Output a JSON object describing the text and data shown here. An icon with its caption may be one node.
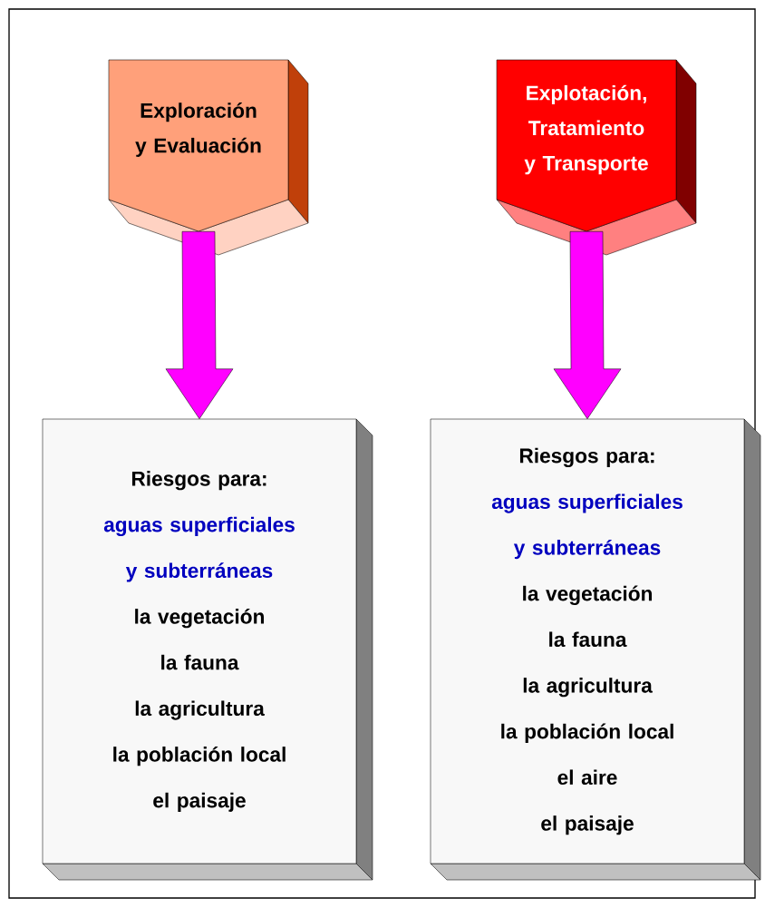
{
  "diagram": {
    "nodes": [
      {
        "text": [
          "Exploración y Evaluación"
        ]
      },
      {
        "text": [
          "Explotación, Tratamiento y Transporte"
        ]
      },
      {
        "text": [
          "Riesgos para:",
          "aguas superficiales y subterráneas",
          "la vegetación",
          "la fauna",
          "la agricultura",
          "la población local",
          "el paisaje"
        ]
      },
      {
        "text": [
          "Riesgos para:",
          "aguas superficiales y subterráneas",
          "la vegetación",
          "la fauna",
          "la agricultura",
          "la población local",
          "el aire",
          "el paisaje"
        ]
      }
    ],
    "edges": [
      {
        "from": 0,
        "to": 2,
        "arrow": "to",
        "style": "thick",
        "color": "#ff00ff"
      },
      {
        "from": 1,
        "to": 3,
        "arrow": "to",
        "style": "thick",
        "color": "#ff00ff"
      }
    ]
  }
}
